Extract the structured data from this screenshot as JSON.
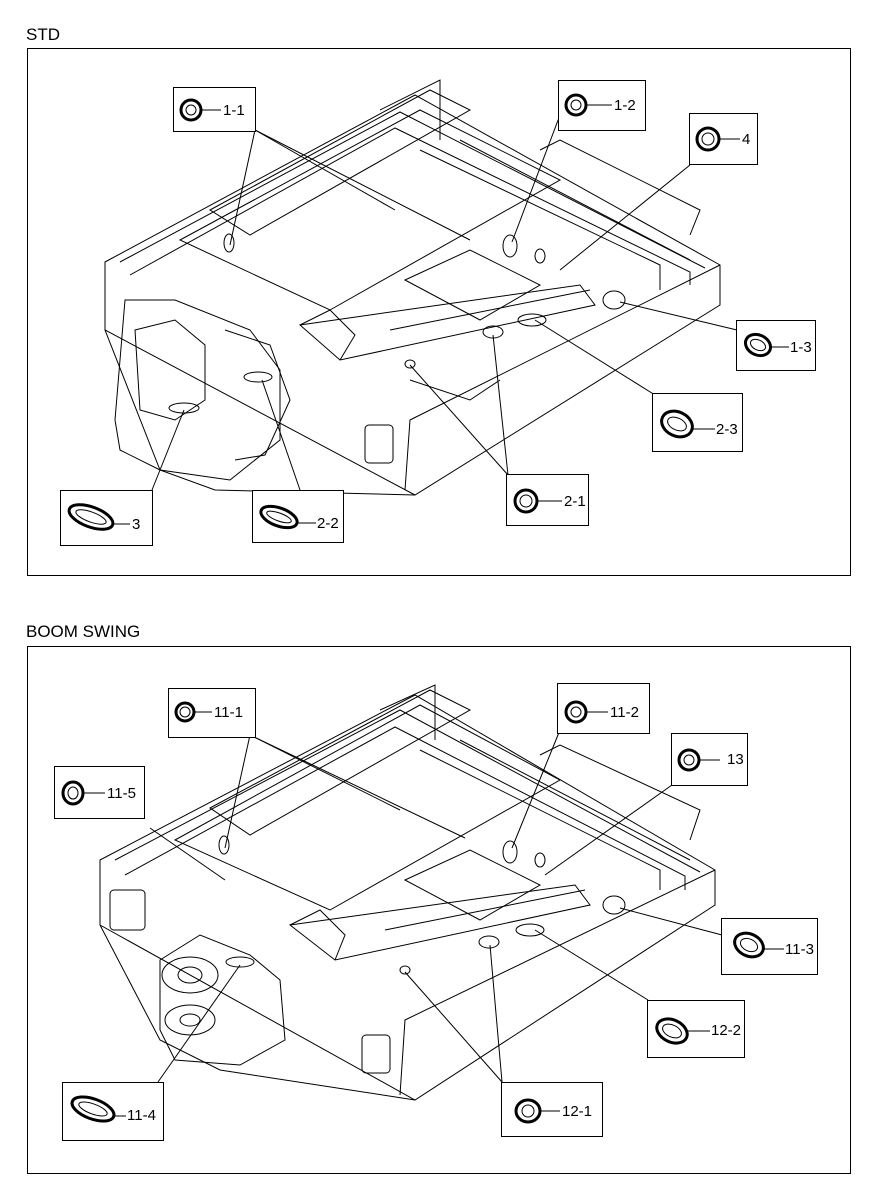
{
  "sections": {
    "std": {
      "title": "STD"
    },
    "boom_swing": {
      "title": "BOOM SWING"
    }
  },
  "std_callouts": [
    {
      "id": "c-1-1",
      "label": "1-1",
      "part": "round-grommet"
    },
    {
      "id": "c-1-2",
      "label": "1-2",
      "part": "round-grommet"
    },
    {
      "id": "c-4",
      "label": "4",
      "part": "round-grommet"
    },
    {
      "id": "c-1-3",
      "label": "1-3",
      "part": "oval-grommet"
    },
    {
      "id": "c-2-3",
      "label": "2-3",
      "part": "oval-grommet"
    },
    {
      "id": "c-2-1",
      "label": "2-1",
      "part": "round-grommet"
    },
    {
      "id": "c-2-2",
      "label": "2-2",
      "part": "oval-grommet"
    },
    {
      "id": "c-3",
      "label": "3",
      "part": "oval-grommet"
    }
  ],
  "boom_callouts": [
    {
      "id": "c-11-1",
      "label": "11-1",
      "part": "round-grommet"
    },
    {
      "id": "c-11-2",
      "label": "11-2",
      "part": "round-grommet"
    },
    {
      "id": "c-13",
      "label": "13",
      "part": "round-grommet"
    },
    {
      "id": "c-11-5",
      "label": "11-5",
      "part": "round-grommet"
    },
    {
      "id": "c-11-3",
      "label": "11-3",
      "part": "oval-grommet"
    },
    {
      "id": "c-12-2",
      "label": "12-2",
      "part": "oval-grommet"
    },
    {
      "id": "c-12-1",
      "label": "12-1",
      "part": "round-grommet"
    },
    {
      "id": "c-11-4",
      "label": "11-4",
      "part": "oval-grommet"
    }
  ]
}
